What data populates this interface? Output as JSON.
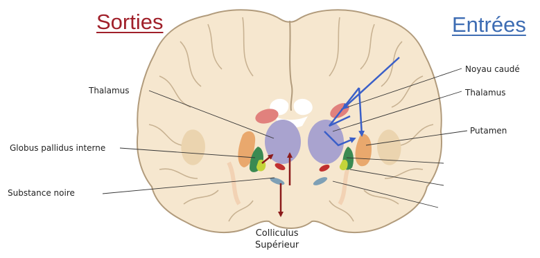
{
  "titles": {
    "outputs": "Sorties",
    "inputs": "Entrées"
  },
  "labels": {
    "thalamus_left": "Thalamus",
    "globus_pallidus": "Globus pallidus interne",
    "substance_noire": "Substance noire",
    "noyau_caude": "Noyau caudé",
    "thalamus_right": "Thalamus",
    "putamen": "Putamen",
    "colliculus_line1": "Colliculus",
    "colliculus_line2": "Supérieur"
  },
  "colors": {
    "outputs_title": "#a0202a",
    "inputs_title": "#3d6cb3",
    "brain_fill": "#f6e7cf",
    "brain_outline": "#b19b7c",
    "thalamus": "#a9a3cf",
    "caudate": "#e1817d",
    "putamen": "#e9a86d",
    "globus": "#3b8a52",
    "yellow_green": "#c3d43a",
    "substantia": "#c0302f",
    "colliculus_nucleus": "#7ea0b6",
    "output_arrow": "#8b1a1a",
    "input_arrow": "#3a5fc8",
    "leader_line": "#333333"
  }
}
